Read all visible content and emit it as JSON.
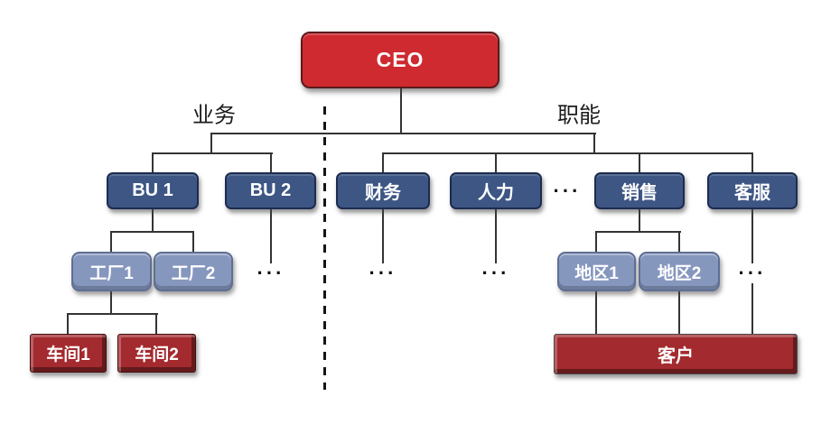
{
  "diagram": {
    "section_labels": {
      "left": "业务",
      "right": "职能"
    },
    "ellipsis": "···",
    "colors": {
      "level1_red": "#CE2A30",
      "level2_navy": "#3D5684",
      "level3_steel": "#8697BE",
      "level4_brick": "#A32A2E",
      "connector": "#343434"
    },
    "nodes": {
      "ceo": {
        "label": "CEO"
      },
      "bu1": {
        "label": "BU 1"
      },
      "bu2": {
        "label": "BU 2"
      },
      "finance": {
        "label": "财务"
      },
      "hr": {
        "label": "人力"
      },
      "sales": {
        "label": "销售"
      },
      "service": {
        "label": "客服"
      },
      "factory1": {
        "label": "工厂1"
      },
      "factory2": {
        "label": "工厂2"
      },
      "region1": {
        "label": "地区1"
      },
      "region2": {
        "label": "地区2"
      },
      "workshop1": {
        "label": "车间1"
      },
      "workshop2": {
        "label": "车间2"
      },
      "customer": {
        "label": "客户"
      }
    }
  }
}
